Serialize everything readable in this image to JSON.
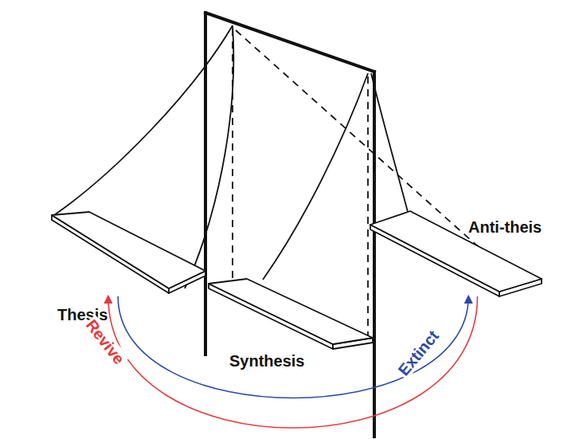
{
  "diagram": {
    "nodes": [
      {
        "text": [
          "Thesis"
        ]
      },
      {
        "text": [
          "Synthesis"
        ]
      },
      {
        "text": [
          "Anti-theis"
        ]
      }
    ],
    "edges": [
      {
        "from": 2,
        "to": 0,
        "arrow": "to",
        "label": "Revive"
      },
      {
        "from": 0,
        "to": 2,
        "arrow": "to",
        "label": "Extinct"
      }
    ]
  }
}
